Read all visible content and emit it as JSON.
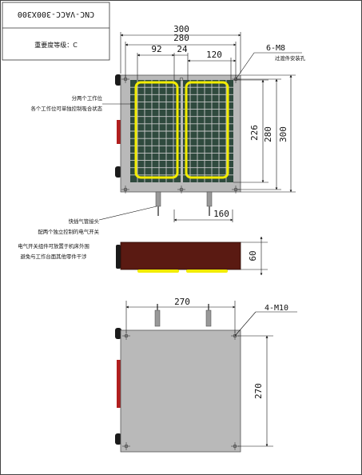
{
  "title_block": {
    "model": "CNC-VACC-300X300",
    "importance_label": "重要度等级：C"
  },
  "colors": {
    "plate": "#b9b9b9",
    "grid_cell": "#2f4a3e",
    "grid_line": "#c8c8c8",
    "seal_ring": "#f2ec00",
    "side_panel": "#5a1a12",
    "side_accent": "#b11e1e",
    "knob": "#1a1a1a"
  },
  "top_view": {
    "dims": {
      "overall_width": "300",
      "hole_span": "280",
      "inner_left": "92",
      "inner_gap": "24",
      "right_span": "120",
      "inner_height": "226",
      "hole_height": "280",
      "overall_height": "300",
      "port_span": "160"
    },
    "callouts": {
      "mount_holes": "6-M8",
      "mount_holes_note": "过渡件安装孔",
      "zones_line1": "分两个工作位",
      "zones_line2": "各个工作位可单独控制吸合状态",
      "connector_line1": "快插气管接头",
      "connector_line2": "配两个独立控制的电气开关",
      "switch_line1": "电气开关组件可放置于机床外围",
      "switch_line2": "避免与工作台面其他零件干涉"
    }
  },
  "side_view": {
    "dims": {
      "thickness": "60"
    }
  },
  "bottom_view": {
    "dims": {
      "hole_span_x": "270",
      "hole_span_y": "270"
    },
    "callouts": {
      "holes": "4-M10"
    }
  }
}
